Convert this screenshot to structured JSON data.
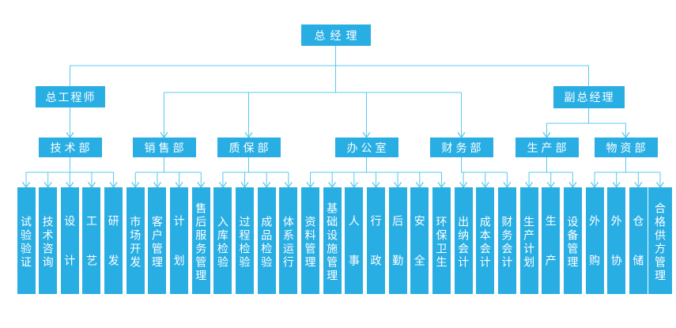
{
  "colors": {
    "node_fill": "#29AEE4",
    "node_text": "#FFFFFF",
    "connector": "#58C8F0",
    "background": "#FFFFFF"
  },
  "org": {
    "root": {
      "id": "general-manager",
      "label": "总经理"
    },
    "executives": [
      {
        "id": "chief-engineer",
        "label": "总工程师",
        "reports_to": "general-manager"
      },
      {
        "id": "deputy-general-manager",
        "label": "副总经理",
        "reports_to": "general-manager"
      }
    ],
    "departments": [
      {
        "id": "technology",
        "label": "技术部",
        "reports_to": "chief-engineer",
        "children": [
          "试验验证",
          "技术咨询",
          "设计",
          "工艺",
          "研发"
        ]
      },
      {
        "id": "sales",
        "label": "销售部",
        "reports_to": "general-manager",
        "children": [
          "市场开发",
          "客户管理",
          "计划",
          "售后服务管理"
        ]
      },
      {
        "id": "quality-assurance",
        "label": "质保部",
        "reports_to": "general-manager",
        "children": [
          "入库检验",
          "过程检验",
          "成品检验",
          "体系运行"
        ]
      },
      {
        "id": "office",
        "label": "办公室",
        "reports_to": "general-manager",
        "children": [
          "资料管理",
          "基础设施管理",
          "人事",
          "行政",
          "后勤",
          "安全",
          "环保卫生"
        ]
      },
      {
        "id": "finance",
        "label": "财务部",
        "reports_to": "general-manager",
        "children": [
          "出纳会计",
          "成本会计",
          "财务会计"
        ]
      },
      {
        "id": "production",
        "label": "生产部",
        "reports_to": "deputy-general-manager",
        "children": [
          "生产计划",
          "生产",
          "设备管理"
        ]
      },
      {
        "id": "materials",
        "label": "物资部",
        "reports_to": "deputy-general-manager",
        "children": [
          "外购",
          "外协",
          "仓储",
          "合格供方管理"
        ]
      }
    ]
  }
}
